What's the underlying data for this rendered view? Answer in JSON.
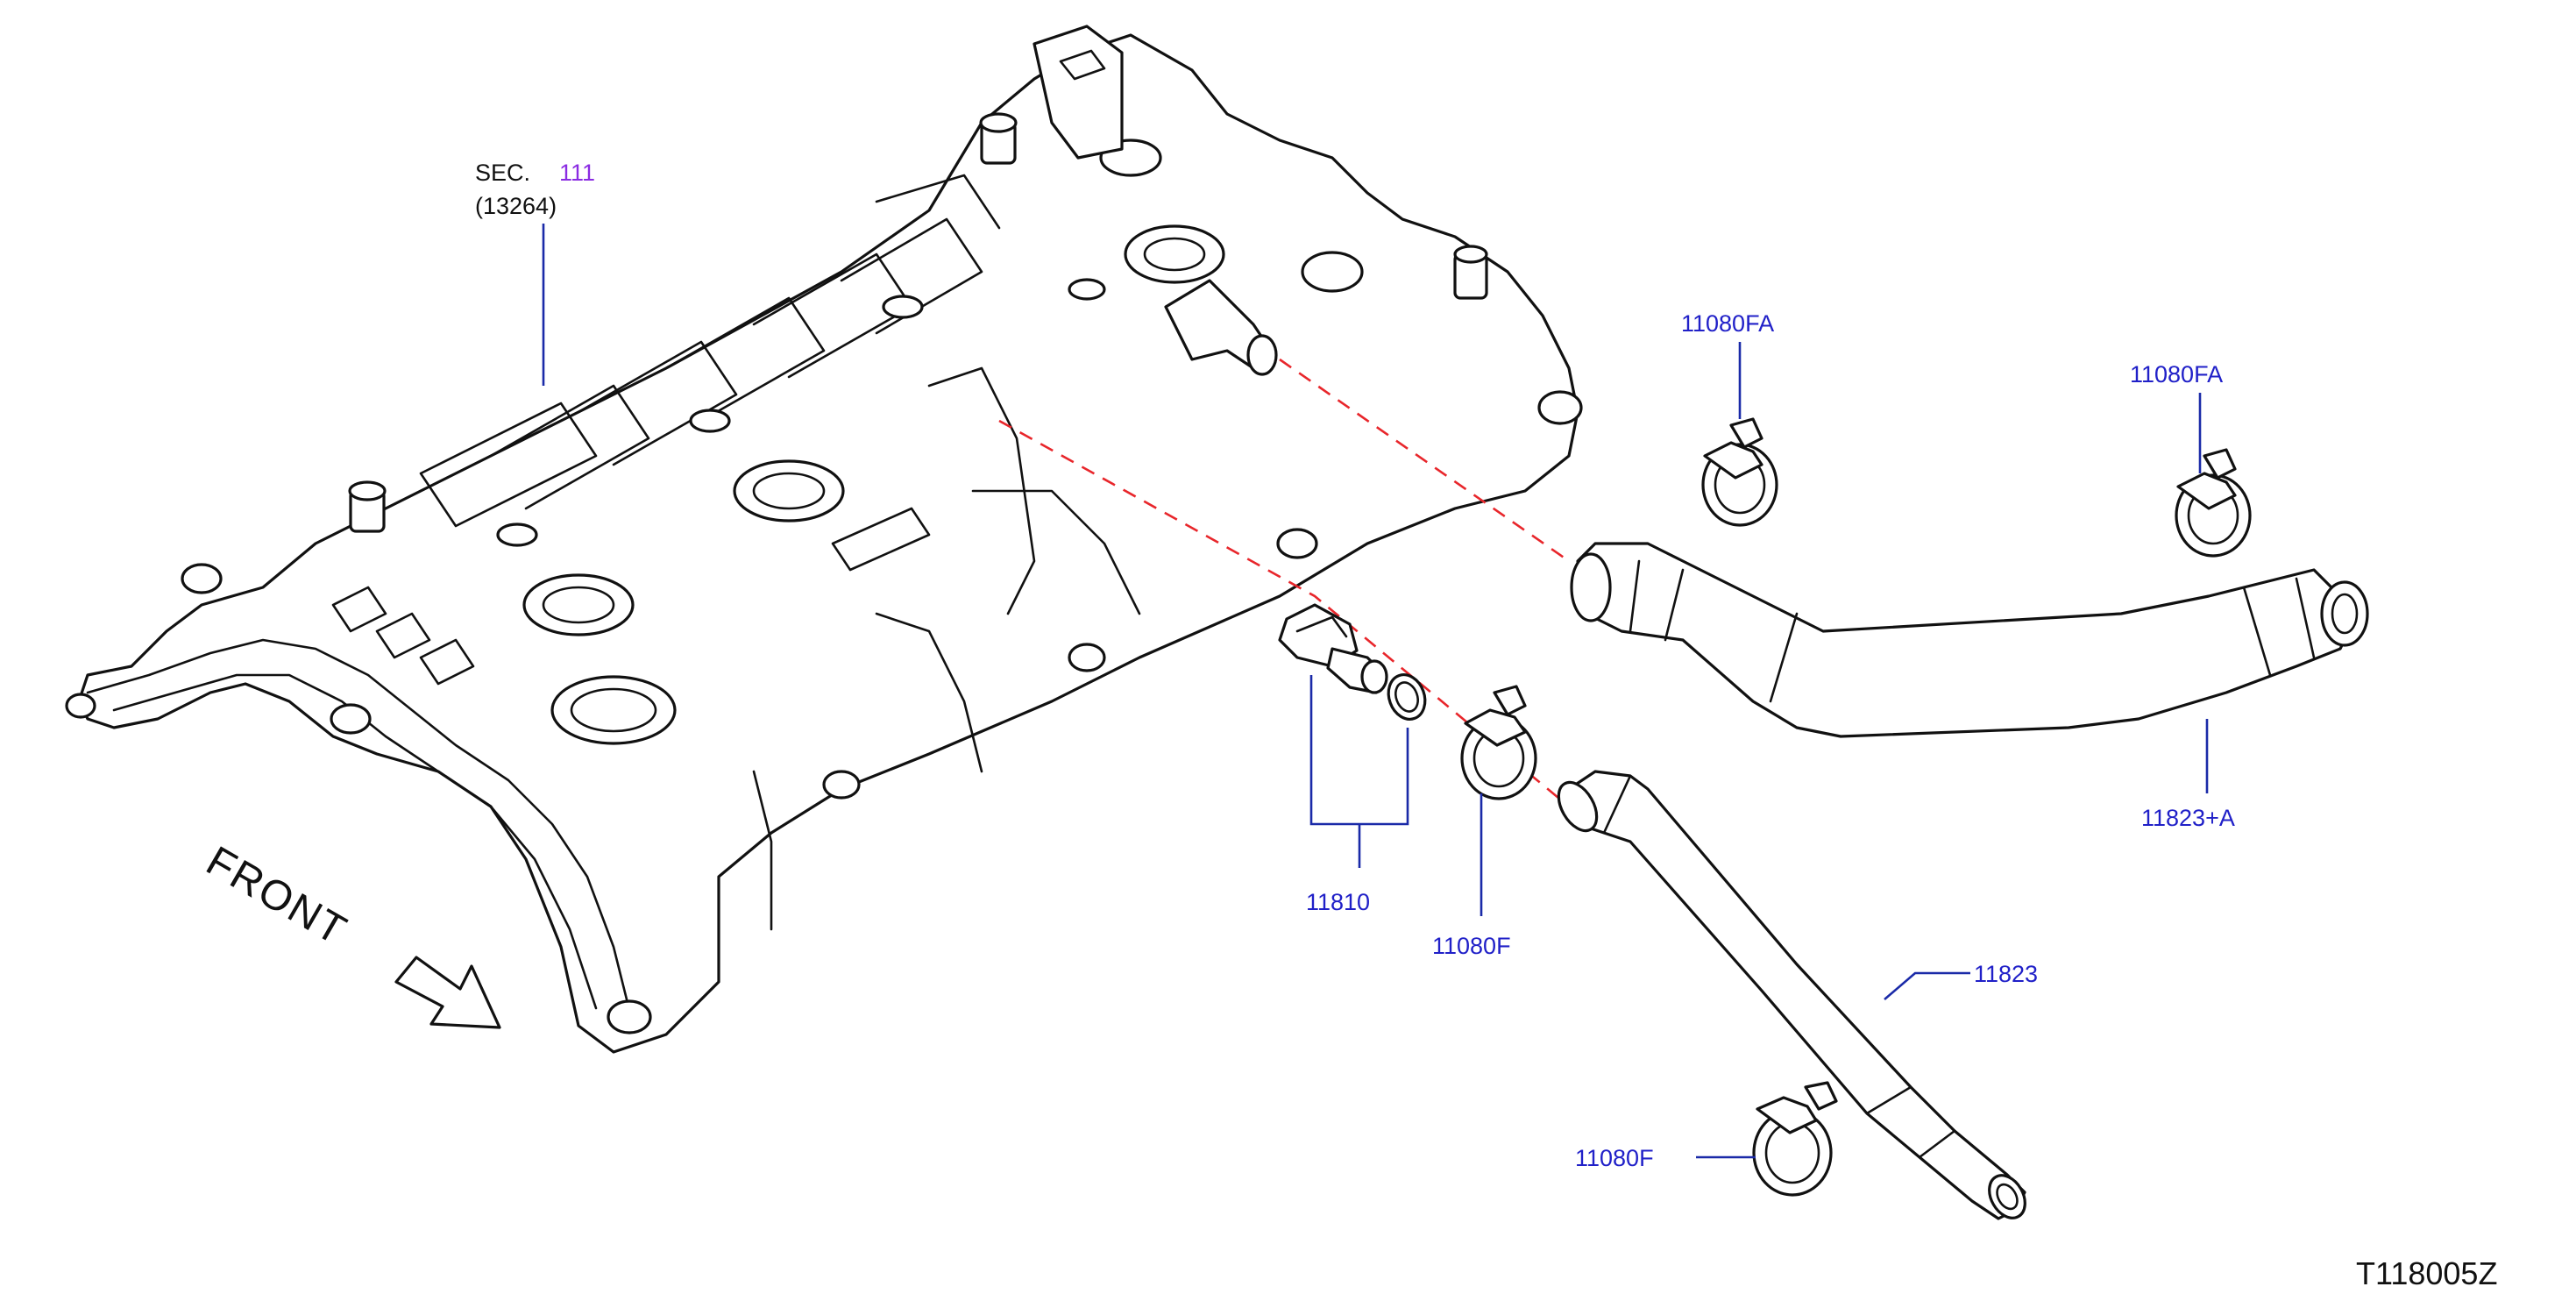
{
  "labels": {
    "sec_prefix": "SEC.",
    "sec_number": "111",
    "sec_ref": "(13264)",
    "front": "FRONT",
    "clip_top_left": "11080FA",
    "clip_top_right": "11080FA",
    "hose_upper": "11823+A",
    "valve": "11810",
    "clip_mid": "11080F",
    "hose_lower": "11823",
    "clip_bottom": "11080F",
    "diagram_code": "T118005Z"
  },
  "colors": {
    "leader_line": "#1a2aa8",
    "label_text": "#2020c8",
    "sec_number": "#8a2be2",
    "dashed_line": "#e8262b",
    "outline": "#111111"
  },
  "icons": {
    "front_arrow": "arrow-down-right-icon"
  }
}
